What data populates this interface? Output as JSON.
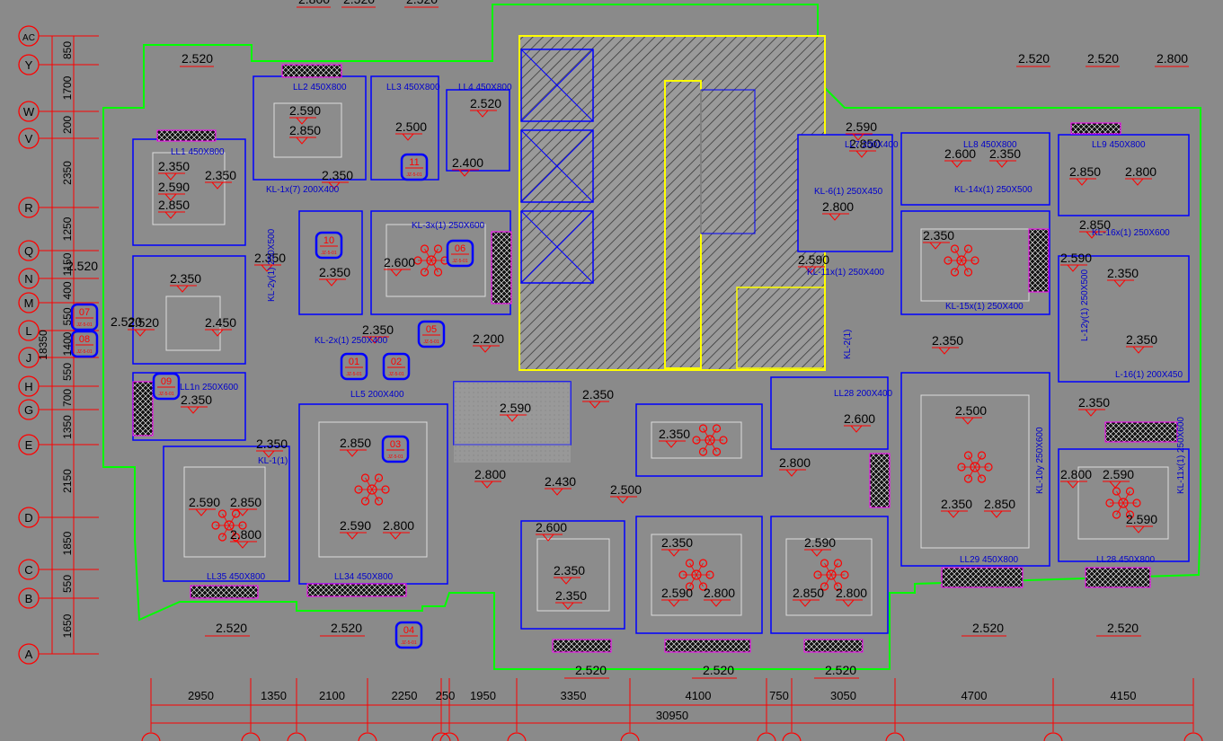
{
  "axes_left": [
    "AC",
    "Y",
    "W",
    "V",
    "R",
    "Q",
    "N",
    "M",
    "L",
    "J",
    "H",
    "G",
    "E",
    "D",
    "C",
    "B",
    "A"
  ],
  "left_dims": [
    "850",
    "1700",
    "200",
    "2350",
    "1250",
    "1150",
    "400",
    "550",
    "1400",
    "550",
    "700",
    "1350",
    "2150",
    "1850",
    "550",
    "1650"
  ],
  "left_total": "18350",
  "bottom_dims": [
    "2950",
    "1350",
    "2100",
    "2250",
    "250",
    "1950",
    "3350",
    "4100",
    "750",
    "3050",
    "4700",
    "4150"
  ],
  "bottom_total": "30950",
  "heights_top": [
    "2.800",
    "2.520",
    "2.520",
    "2.520",
    "2.520",
    "2.520",
    "2.800"
  ],
  "heights_left": [
    "2.520",
    "2.520"
  ],
  "heights_bottom": [
    "2.520",
    "2.520",
    "2.520",
    "2.520",
    "2.520",
    "2.520",
    "2.520",
    "2.520"
  ],
  "room_levels": [
    "2.590",
    "2.850",
    "2.350",
    "2.590",
    "2.850",
    "2.350",
    "2.500",
    "2.400",
    "2.520",
    "2.350",
    "2.350",
    "2.600",
    "2.350",
    "2.350",
    "2.450",
    "2.520",
    "2.350",
    "2.350",
    "2.200",
    "2.350",
    "2.850",
    "2.590",
    "2.800",
    "2.590",
    "2.850",
    "2.800",
    "2.590",
    "2.800",
    "2.430",
    "2.500",
    "2.350",
    "2.350",
    "2.600",
    "2.350",
    "2.350",
    "2.350",
    "2.590",
    "2.800",
    "2.590",
    "2.850",
    "2.800",
    "2.590",
    "2.850",
    "2.800",
    "2.590",
    "2.600",
    "2.800",
    "2.350",
    "2.600",
    "2.350",
    "2.500",
    "2.350",
    "2.850",
    "2.590",
    "2.350",
    "2.350",
    "2.350",
    "2.350",
    "2.850",
    "2.800",
    "2.590",
    "2.590",
    "2.850",
    "2.800"
  ],
  "beam_labels": [
    "LL2 450X800",
    "LL3 450X800",
    "LL4 450X800",
    "LL1 450X800",
    "LL8 450X800",
    "LL9 450X800",
    "LL7 200X400",
    "KL-1x(7) 200X400",
    "KL-3x(1) 250X600",
    "KL-2x(1) 250X400",
    "KL-2y(1) 250X500",
    "KL-14x(1) 250X500",
    "KL-15x(1) 250X400",
    "KL-16x(1) 250X600",
    "KL-6(1) 250X450",
    "KL-11x(1) 250X400",
    "LL1n 250X600",
    "LL35 450X800",
    "LL34 450X800",
    "LL29 450X800",
    "LL28 450X800",
    "LL5 200X400",
    "LL28 200X400",
    "KL-1(1)",
    "KL-2(1)",
    "L-16(1) 200X450",
    "KL-10y 250X600",
    "KL-11x(1) 250X600",
    "L-12y(1) 250X500"
  ],
  "detail_tags": [
    {
      "num": "11",
      "ref": "JZ-5-01"
    },
    {
      "num": "10",
      "ref": "JZ-5-01"
    },
    {
      "num": "06",
      "ref": "JZ-5-01"
    },
    {
      "num": "05",
      "ref": "JZ-5-01"
    },
    {
      "num": "01",
      "ref": "JZ-5-01"
    },
    {
      "num": "02",
      "ref": "JZ-5-01"
    },
    {
      "num": "03",
      "ref": "JZ-5-01"
    },
    {
      "num": "04",
      "ref": "JZ-5-01"
    },
    {
      "num": "07",
      "ref": "JZ-5-01"
    },
    {
      "num": "08",
      "ref": "JZ-5-01"
    },
    {
      "num": "09",
      "ref": "JZ-5-01"
    }
  ],
  "colors": {
    "background": "#8a8a8a",
    "wall": "#0000ff",
    "axis": "#ff0000",
    "outline": "#00ff00",
    "core": "#ffff00",
    "hatch": "#444444",
    "accent": "#ff00ff",
    "text_blue": "#0000cc"
  }
}
